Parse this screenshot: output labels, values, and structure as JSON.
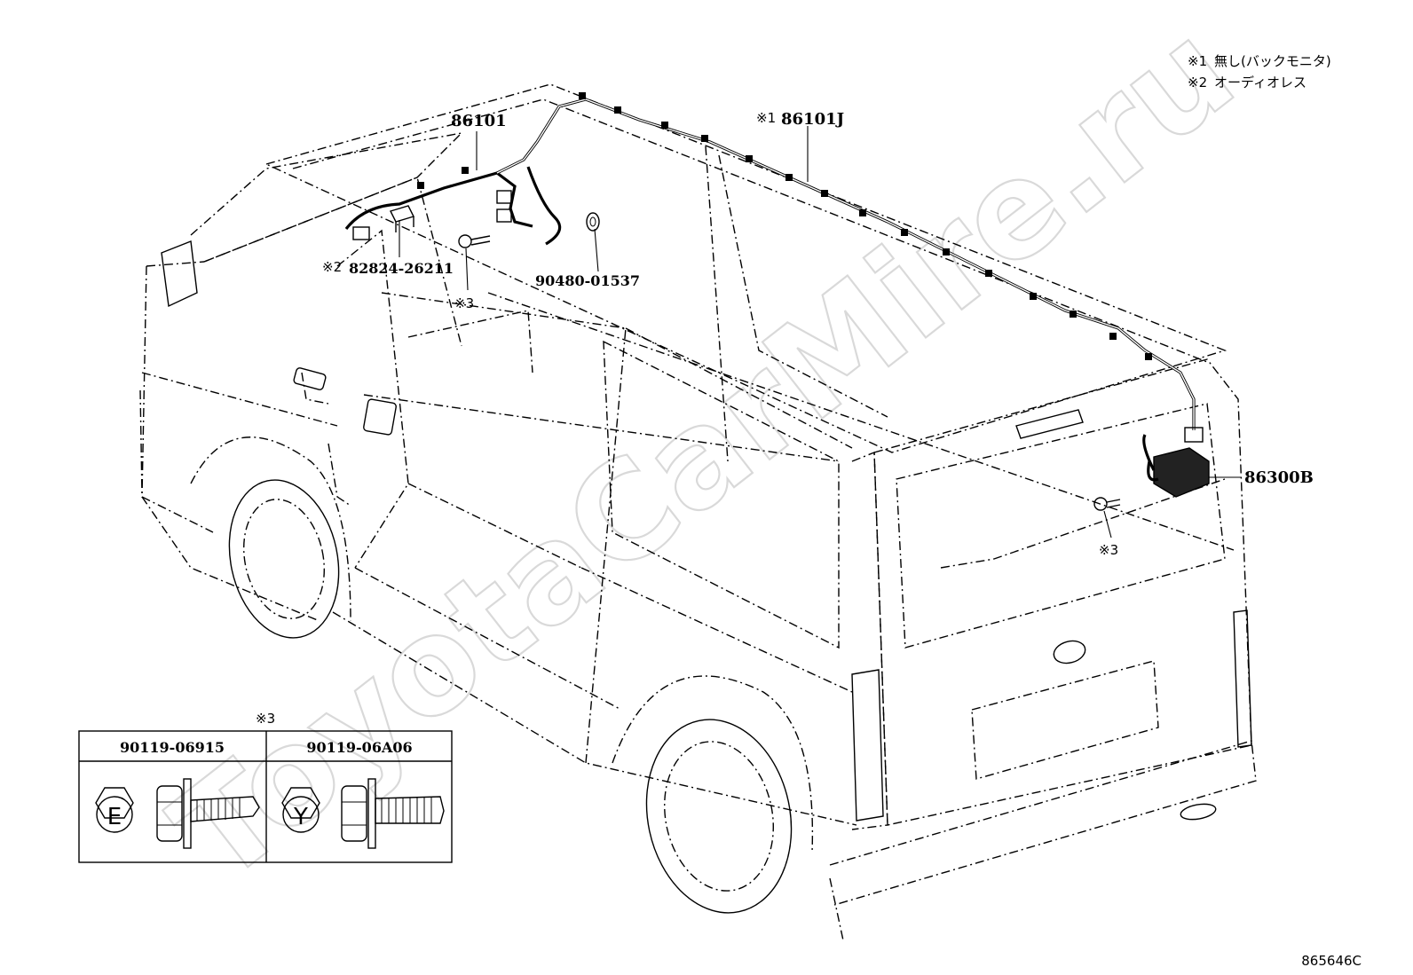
{
  "notes": [
    {
      "mark": "※1",
      "text": "無し(バックモニタ)"
    },
    {
      "mark": "※2",
      "text": "オーディオレス"
    }
  ],
  "watermark": "ToyotaCarMire.ru",
  "labels": {
    "harness_front": "86101",
    "harness_roof_mark": "※1",
    "harness_roof": "86101J",
    "clip_mark": "※2",
    "clip_part": "82824-26211",
    "grommet_part": "90480-01537",
    "bolt_front_mark": "※3",
    "camera_part": "86300B",
    "bolt_rear_mark": "※3"
  },
  "bolt_table": {
    "mark": "※3",
    "columns": [
      {
        "part": "90119-06915",
        "head_letter": "E"
      },
      {
        "part": "90119-06A06",
        "head_letter": "Y"
      }
    ]
  },
  "diagram_id": "865646C"
}
